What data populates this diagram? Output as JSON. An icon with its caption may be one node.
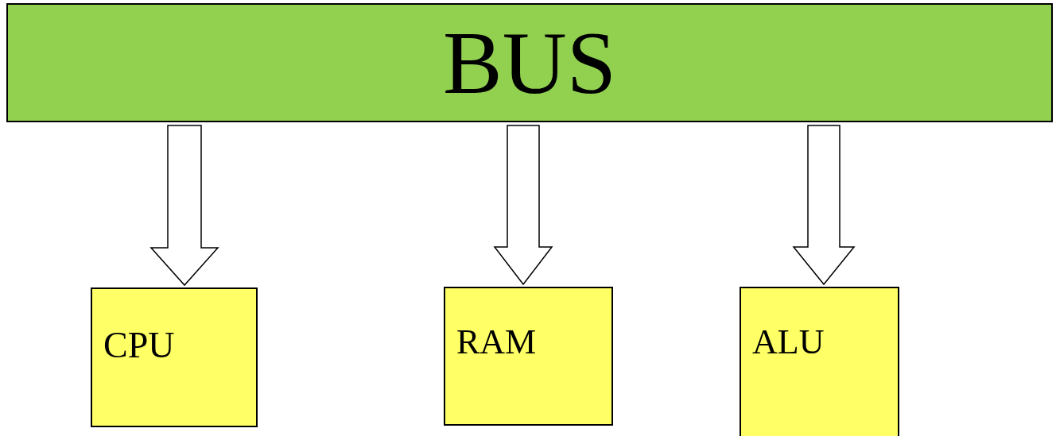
{
  "diagram": {
    "nodes": [
      {
        "text": [
          "BUS"
        ]
      },
      {
        "text": [
          "CPU"
        ]
      },
      {
        "text": [
          "RAM"
        ]
      },
      {
        "text": [
          "ALU"
        ]
      }
    ],
    "edges": [
      {
        "from": 0,
        "to": 1,
        "arrow": "to"
      },
      {
        "from": 0,
        "to": 2,
        "arrow": "to"
      },
      {
        "from": 0,
        "to": 3,
        "arrow": "to"
      }
    ]
  }
}
